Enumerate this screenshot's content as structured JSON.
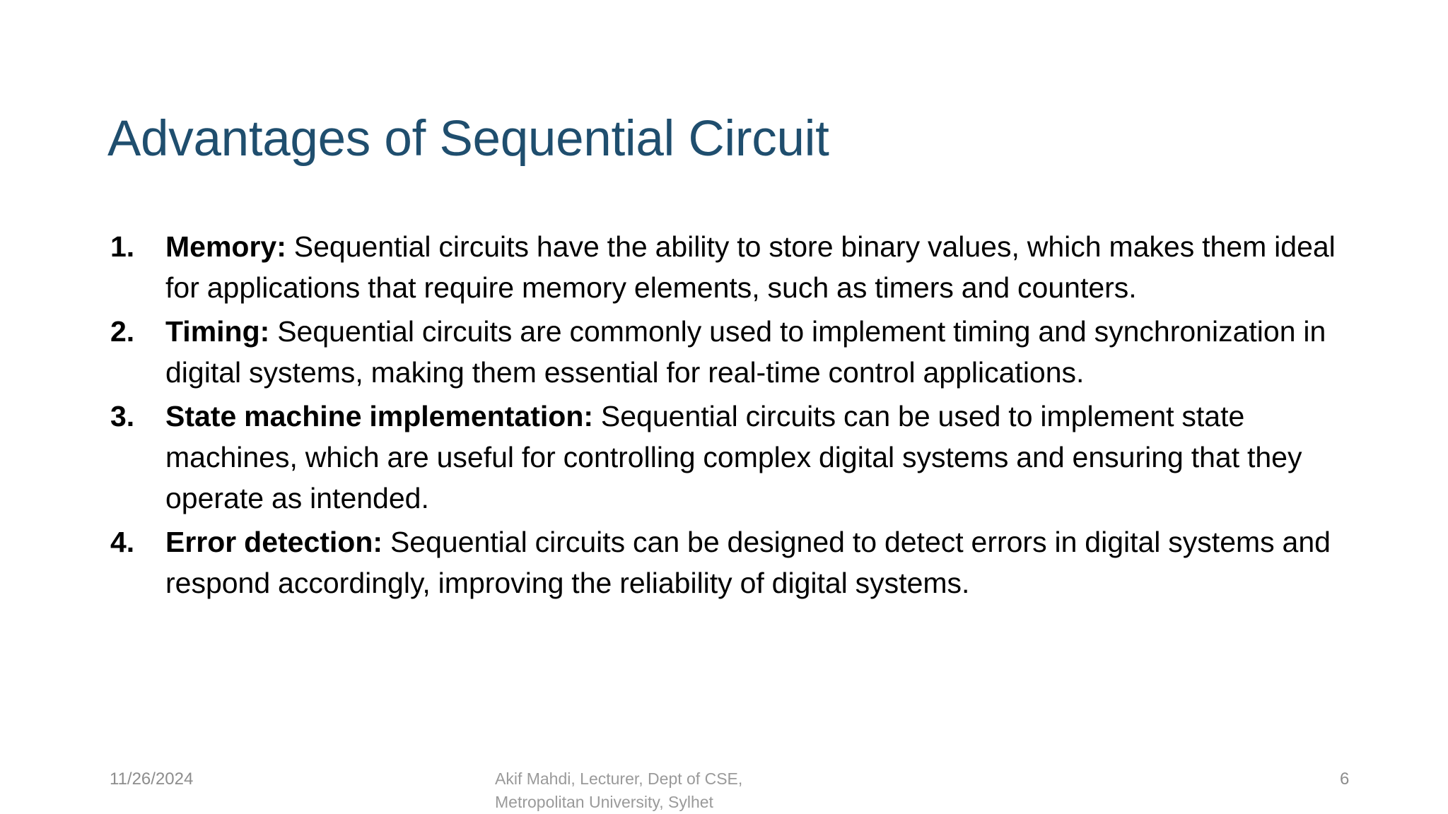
{
  "slide": {
    "title": "Advantages of Sequential Circuit",
    "title_color": "#1F4E6E",
    "background_color": "#FFFFFF",
    "body_color": "#000000"
  },
  "list": {
    "items": [
      {
        "number": "1.",
        "lead": "Memory:",
        "text": " Sequential circuits have the ability to store binary values, which makes them ideal for applications that require memory elements, such as timers and counters."
      },
      {
        "number": "2.",
        "lead": "Timing:",
        "text": " Sequential circuits are commonly used to implement timing and synchronization in digital systems, making them essential for real-time control applications."
      },
      {
        "number": "3.",
        "lead": "State machine implementation:",
        "text": " Sequential circuits can be used to implement state machines, which are useful for controlling complex digital systems and ensuring that they operate as intended."
      },
      {
        "number": "4.",
        "lead": "Error detection:",
        "text": " Sequential circuits can be designed to detect errors in digital systems and respond accordingly, improving the reliability of digital systems."
      }
    ]
  },
  "footer": {
    "date": "11/26/2024",
    "attribution": "Akif Mahdi, Lecturer, Dept of CSE, Metropolitan University, Sylhet",
    "page_number": "6",
    "text_color": "#8D8D8D"
  }
}
